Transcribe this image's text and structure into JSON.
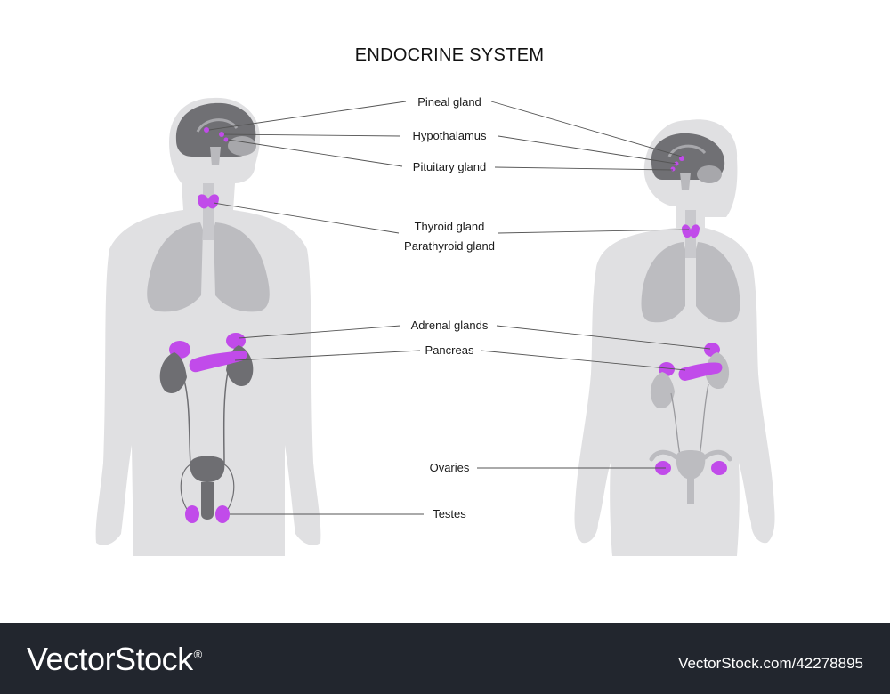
{
  "title": "ENDOCRINE SYSTEM",
  "labels": {
    "pineal": "Pineal gland",
    "hypothalamus": "Hypothalamus",
    "pituitary": "Pituitary gland",
    "thyroid": "Thyroid gland",
    "parathyroid": "Parathyroid gland",
    "adrenal": "Adrenal glands",
    "pancreas": "Pancreas",
    "ovaries": "Ovaries",
    "testes": "Testes"
  },
  "colors": {
    "body": "#e0e0e2",
    "lungs": "#bcbcc0",
    "brain": "#707074",
    "organ_dark": "#6e6e72",
    "gland": "#c14bea",
    "leader": "#555555"
  },
  "footer": {
    "brand": "VectorStock",
    "brand_mark": "®",
    "image_id": "VectorStock.com/42278895"
  }
}
